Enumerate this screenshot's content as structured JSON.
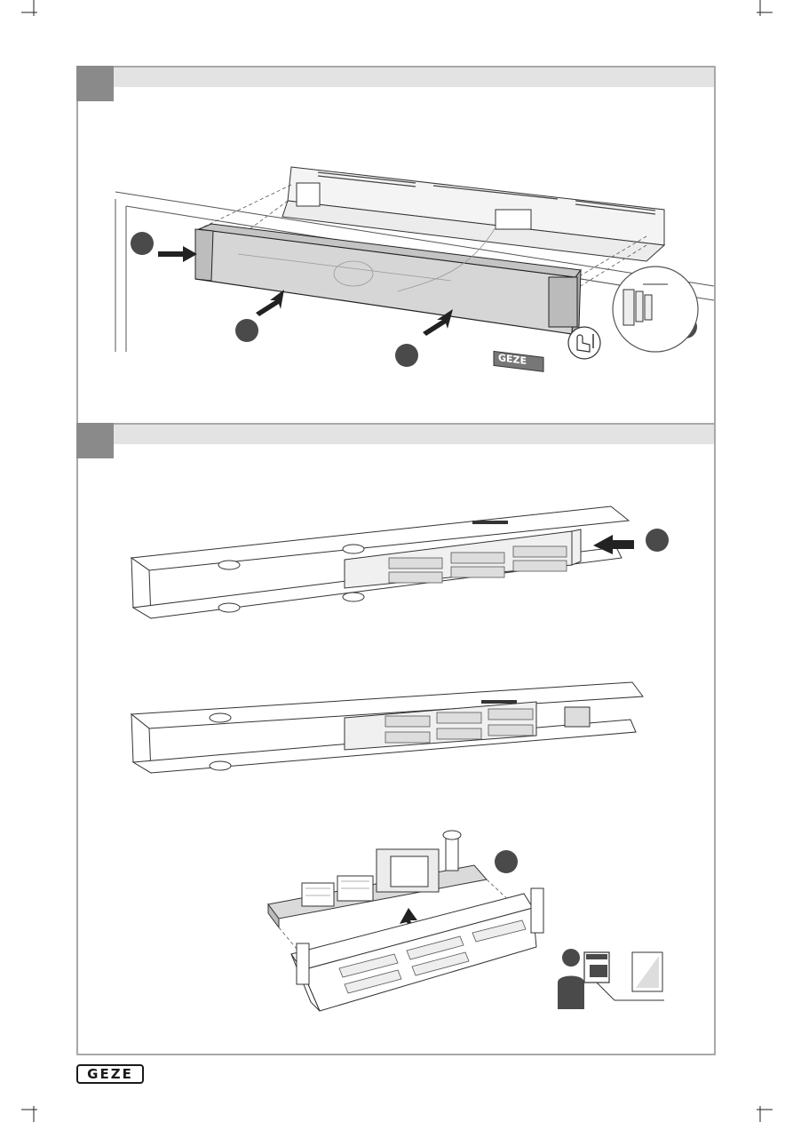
{
  "brand": {
    "logo_text": "GEZE"
  },
  "steps": [
    {
      "name": "remove-cover",
      "product_label": "GEZE",
      "callouts": [
        "",
        "",
        "",
        ""
      ]
    },
    {
      "name": "insert-module",
      "callouts": [
        "",
        "",
        ""
      ]
    }
  ],
  "colors": {
    "panel_border": "#a8a8a8",
    "header_band": "#e3e3e3",
    "step_tab": "#8a8a8a",
    "callout": "#4a4a4a",
    "arrow": "#2a2a2a",
    "cover_fill": "#d6d6d6"
  },
  "icons": [
    "hand-press-icon",
    "technician-manual-icon",
    "document-icon",
    "arrow-icon"
  ]
}
